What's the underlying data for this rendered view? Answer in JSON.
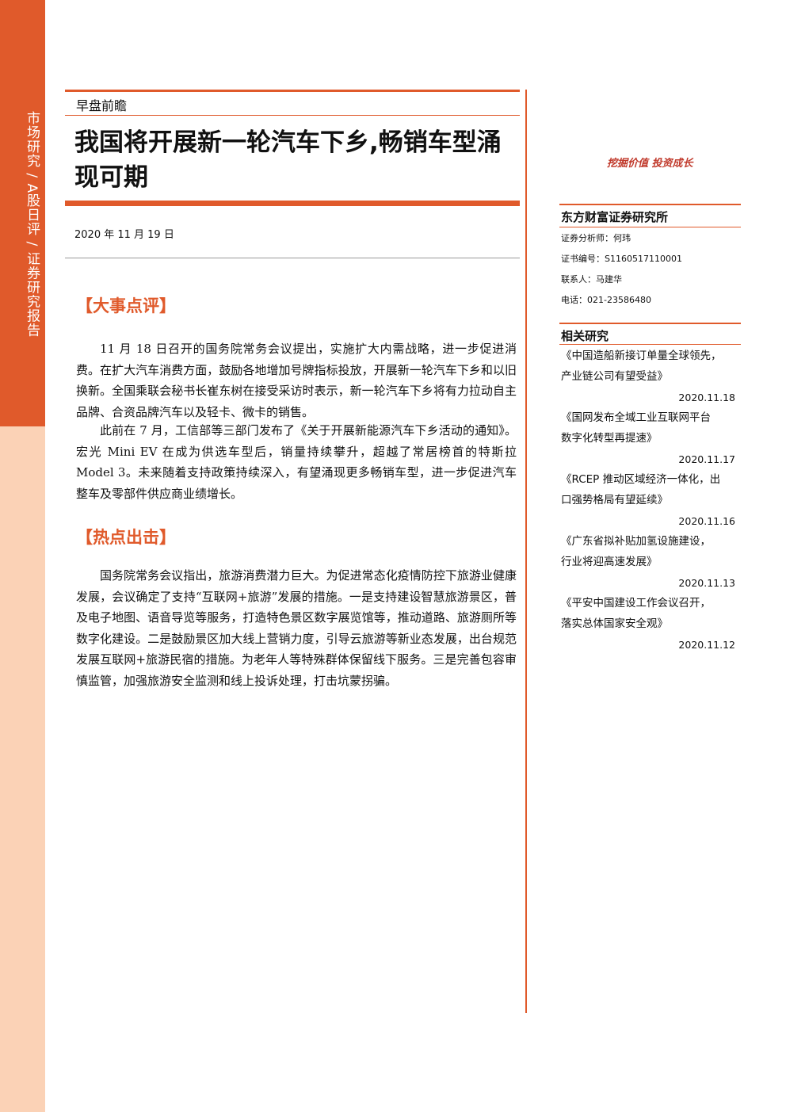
{
  "sidebar": {
    "label": "市场研究 / A股日评 / 证券研究报告"
  },
  "header": {
    "category": "早盘前瞻",
    "title": "我国将开展新一轮汽车下乡,畅销车型涌现可期",
    "date": "2020 年 11 月 19 日"
  },
  "sections": [
    {
      "heading": "【大事点评】",
      "paragraphs": [
        "11 月 18 日召开的国务院常务会议提出，实施扩大内需战略，进一步促进消费。在扩大汽车消费方面，鼓励各地增加号牌指标投放，开展新一轮汽车下乡和以旧换新。全国乘联会秘书长崔东树在接受采访时表示，新一轮汽车下乡将有力拉动自主品牌、合资品牌汽车以及轻卡、微卡的销售。",
        "此前在 7 月，工信部等三部门发布了《关于开展新能源汽车下乡活动的通知》。宏光 Mini EV 在成为供选车型后，销量持续攀升，超越了常居榜首的特斯拉 Model 3。未来随着支持政策持续深入，有望涌现更多畅销车型，进一步促进汽车整车及零部件供应商业绩增长。"
      ]
    },
    {
      "heading": "【热点出击】",
      "paragraphs": [
        "国务院常务会议指出，旅游消费潜力巨大。为促进常态化疫情防控下旅游业健康发展，会议确定了支持“互联网+旅游”发展的措施。一是支持建设智慧旅游景区，普及电子地图、语音导览等服务，打造特色景区数字展览馆等，推动道路、旅游厕所等数字化建设。二是鼓励景区加大线上营销力度，引导云旅游等新业态发展，出台规范发展互联网+旅游民宿的措施。为老年人等特殊群体保留线下服务。三是完善包容审慎监管，加强旅游安全监测和线上投诉处理，打击坑蒙拐骗。"
      ]
    }
  ],
  "right": {
    "slogan": "挖掘价值 投资成长",
    "institute": "东方财富证券研究所",
    "analyst": "证券分析师：何玮",
    "cert": "证书编号：S1160517110001",
    "contact": "联系人：马建华",
    "phone": "电话：021-23586480",
    "related_title": "相关研究",
    "related": [
      {
        "line1": "《中国造船新接订单量全球领先，",
        "line2": "产业链公司有望受益》",
        "date": "2020.11.18"
      },
      {
        "line1": "《国网发布全域工业互联网平台",
        "line2": "数字化转型再提速》",
        "date": "2020.11.17"
      },
      {
        "line1": "《RCEP 推动区域经济一体化，出",
        "line2": "口强势格局有望延续》",
        "date": "2020.11.16"
      },
      {
        "line1": "《广东省拟补贴加氢设施建设，",
        "line2": "行业将迎高速发展》",
        "date": "2020.11.13"
      },
      {
        "line1": "《平安中国建设工作会议召开，",
        "line2": "落实总体国家安全观》",
        "date": "2020.11.12"
      }
    ]
  }
}
